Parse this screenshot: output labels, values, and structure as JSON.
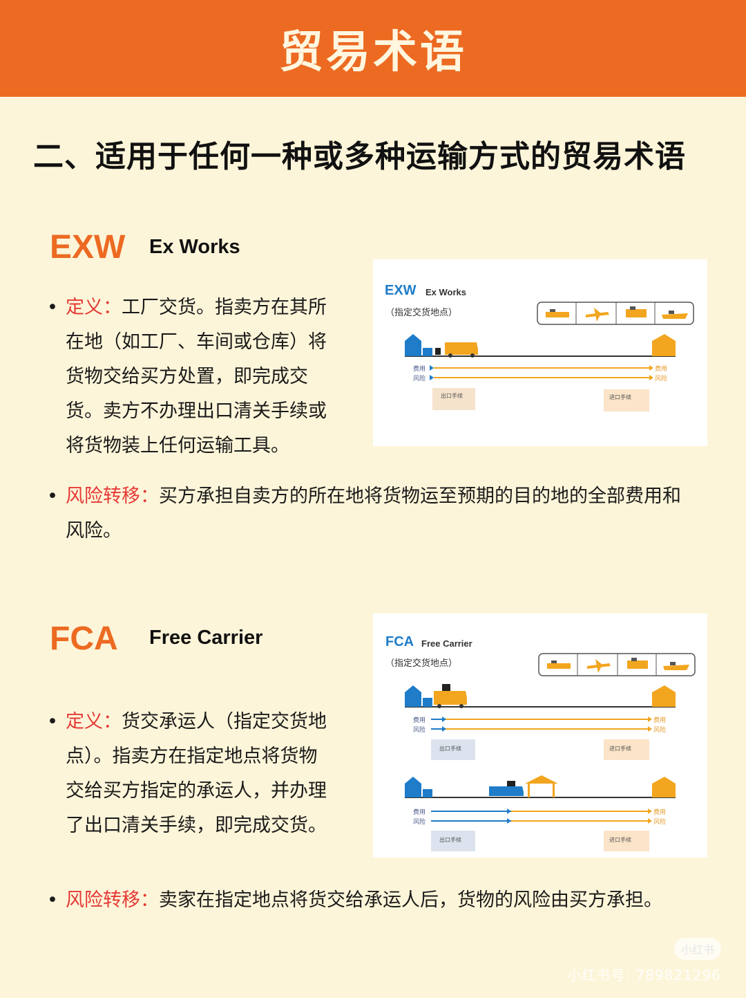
{
  "header": {
    "title": "贸易术语"
  },
  "section_title": "二、适用于任何一种或多种运输方式的贸易术语",
  "exw": {
    "code": "EXW",
    "name": "Ex Works",
    "definition_label": "定义：",
    "definition_lines": [
      "工厂交货。指卖方在其所",
      "在地（如工厂、车间或仓库）将",
      "货物交给买方处置，即完成交",
      "货。卖方不办理出口清关手续或",
      "将货物装上任何运输工具。"
    ],
    "risk_label": "风险转移：",
    "risk_lines": [
      "买方承担自卖方的所在地将货物运至预期的目的地的全部费用和",
      "风险。"
    ],
    "figure": {
      "code": "EXW",
      "name": "Ex Works",
      "place": "（指定交货地点）",
      "cost": "费用",
      "risk": "风险",
      "export": "出口手续",
      "import": "进口手续"
    }
  },
  "fca": {
    "code": "FCA",
    "name": "Free Carrier",
    "definition_label": "定义：",
    "definition_lines": [
      "货交承运人（指定交货地",
      "点）。指卖方在指定地点将货物",
      "交给买方指定的承运人，并办理",
      "了出口清关手续，即完成交货。"
    ],
    "risk_label": "风险转移：",
    "risk_lines": [
      "卖家在指定地点将货交给承运人后，货物的风险由买方承担。"
    ],
    "figure": {
      "code": "FCA",
      "name": "Free Carrier",
      "place": "（指定交货地点）",
      "cost": "费用",
      "risk": "风险",
      "export": "出口手续",
      "import": "进口手续"
    }
  },
  "watermark": {
    "logo": "小红书",
    "text": "小红书号: 789821296"
  },
  "colors": {
    "header": "#EC6A22",
    "background": "#FDF5D9",
    "accent": "#EC6A22",
    "label": "#E53935",
    "diagram_blue": "#1E7CC8",
    "diagram_orange": "#F2A51E"
  }
}
